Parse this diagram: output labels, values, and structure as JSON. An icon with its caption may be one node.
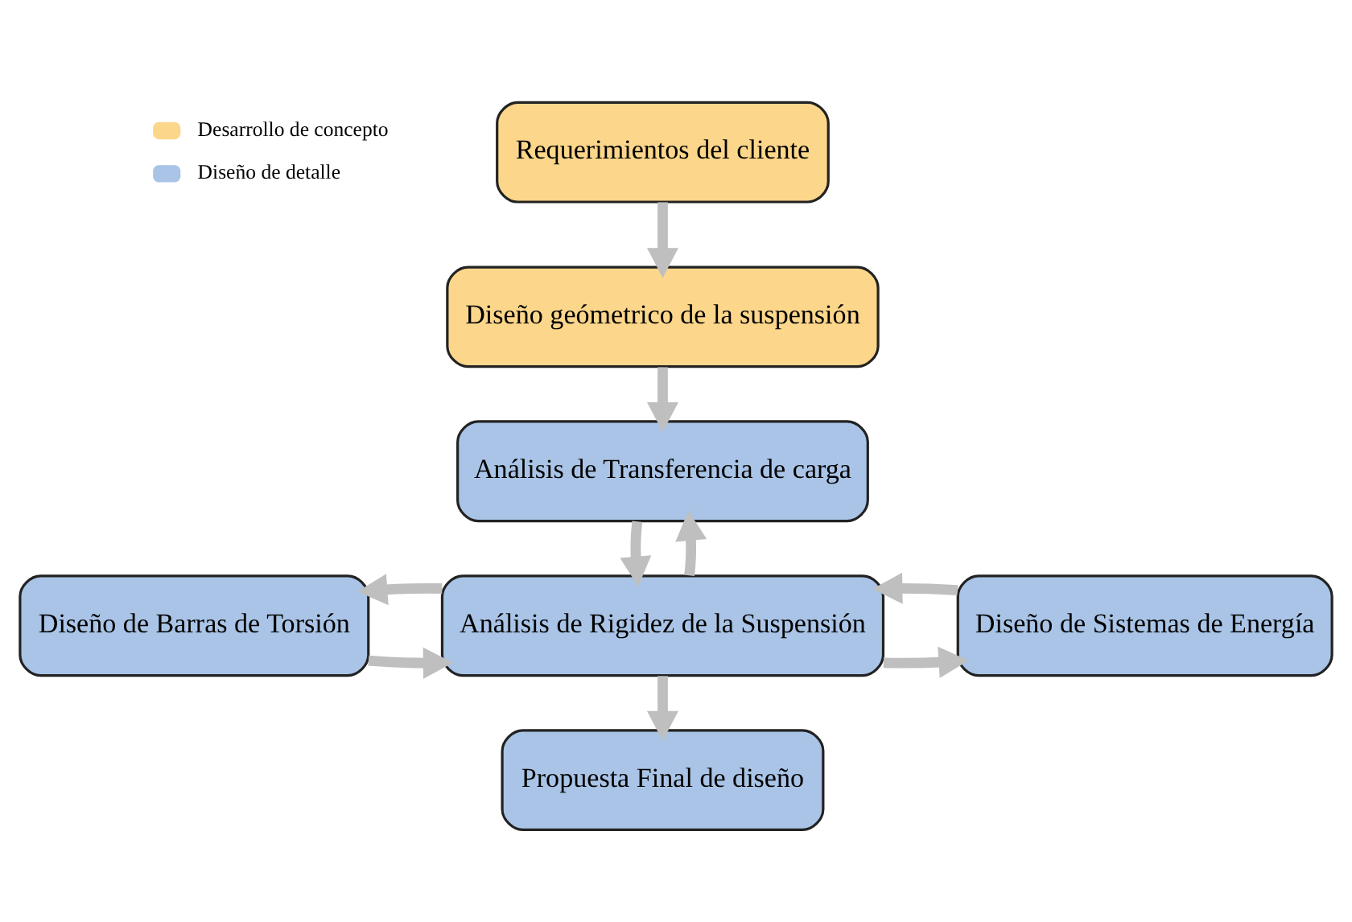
{
  "diagram": {
    "nodes": [
      {
        "text": [
          "Requerimientos del cliente"
        ]
      },
      {
        "text": [
          "Diseño geómetrico de la suspensión"
        ]
      },
      {
        "text": [
          "Análisis de Transferencia de carga"
        ]
      },
      {
        "text": [
          "Diseño de Barras de Torsión"
        ]
      },
      {
        "text": [
          "Análisis de Rigidez de la Suspensión"
        ]
      },
      {
        "text": [
          "Diseño de Sistemas de Energía"
        ]
      },
      {
        "text": [
          "Propuesta Final de diseño"
        ]
      }
    ],
    "edges": [
      {
        "from": 0,
        "to": 1,
        "arrow": "to"
      },
      {
        "from": 1,
        "to": 2,
        "arrow": "to"
      },
      {
        "from": 2,
        "to": 4,
        "arrow": "to"
      },
      {
        "from": 4,
        "to": 2,
        "arrow": "to"
      },
      {
        "from": 3,
        "to": 4,
        "arrow": "to"
      },
      {
        "from": 4,
        "to": 3,
        "arrow": "to"
      },
      {
        "from": 4,
        "to": 5,
        "arrow": "to"
      },
      {
        "from": 5,
        "to": 4,
        "arrow": "to"
      },
      {
        "from": 4,
        "to": 6,
        "arrow": "to"
      }
    ],
    "legend": [
      {
        "text": "Desarrollo de concepto",
        "color": "#fcd68a"
      },
      {
        "text": "Diseño de detalle",
        "color": "#a9c4e6"
      }
    ]
  }
}
